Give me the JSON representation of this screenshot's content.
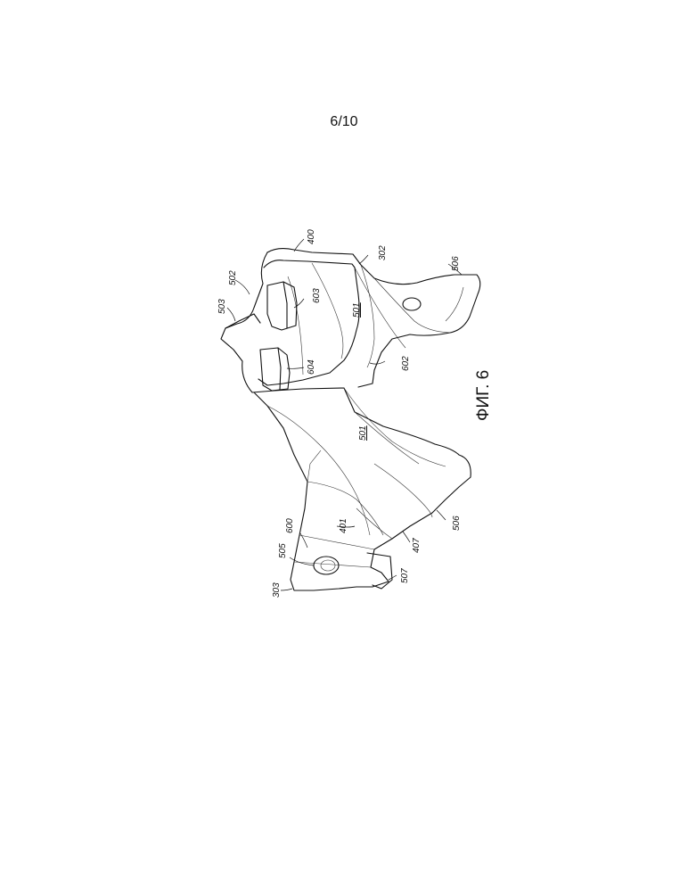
{
  "page": {
    "number": "6/10"
  },
  "figure": {
    "caption": "ФИГ. 6",
    "labels": {
      "400": "400",
      "302": "302",
      "506a": "506",
      "502": "502",
      "503": "503",
      "603": "603",
      "501a": "501",
      "604": "604",
      "602": "602",
      "501b": "501",
      "600": "600",
      "505": "505",
      "401": "401",
      "303": "303",
      "407": "407",
      "506b": "506",
      "507": "507"
    }
  }
}
